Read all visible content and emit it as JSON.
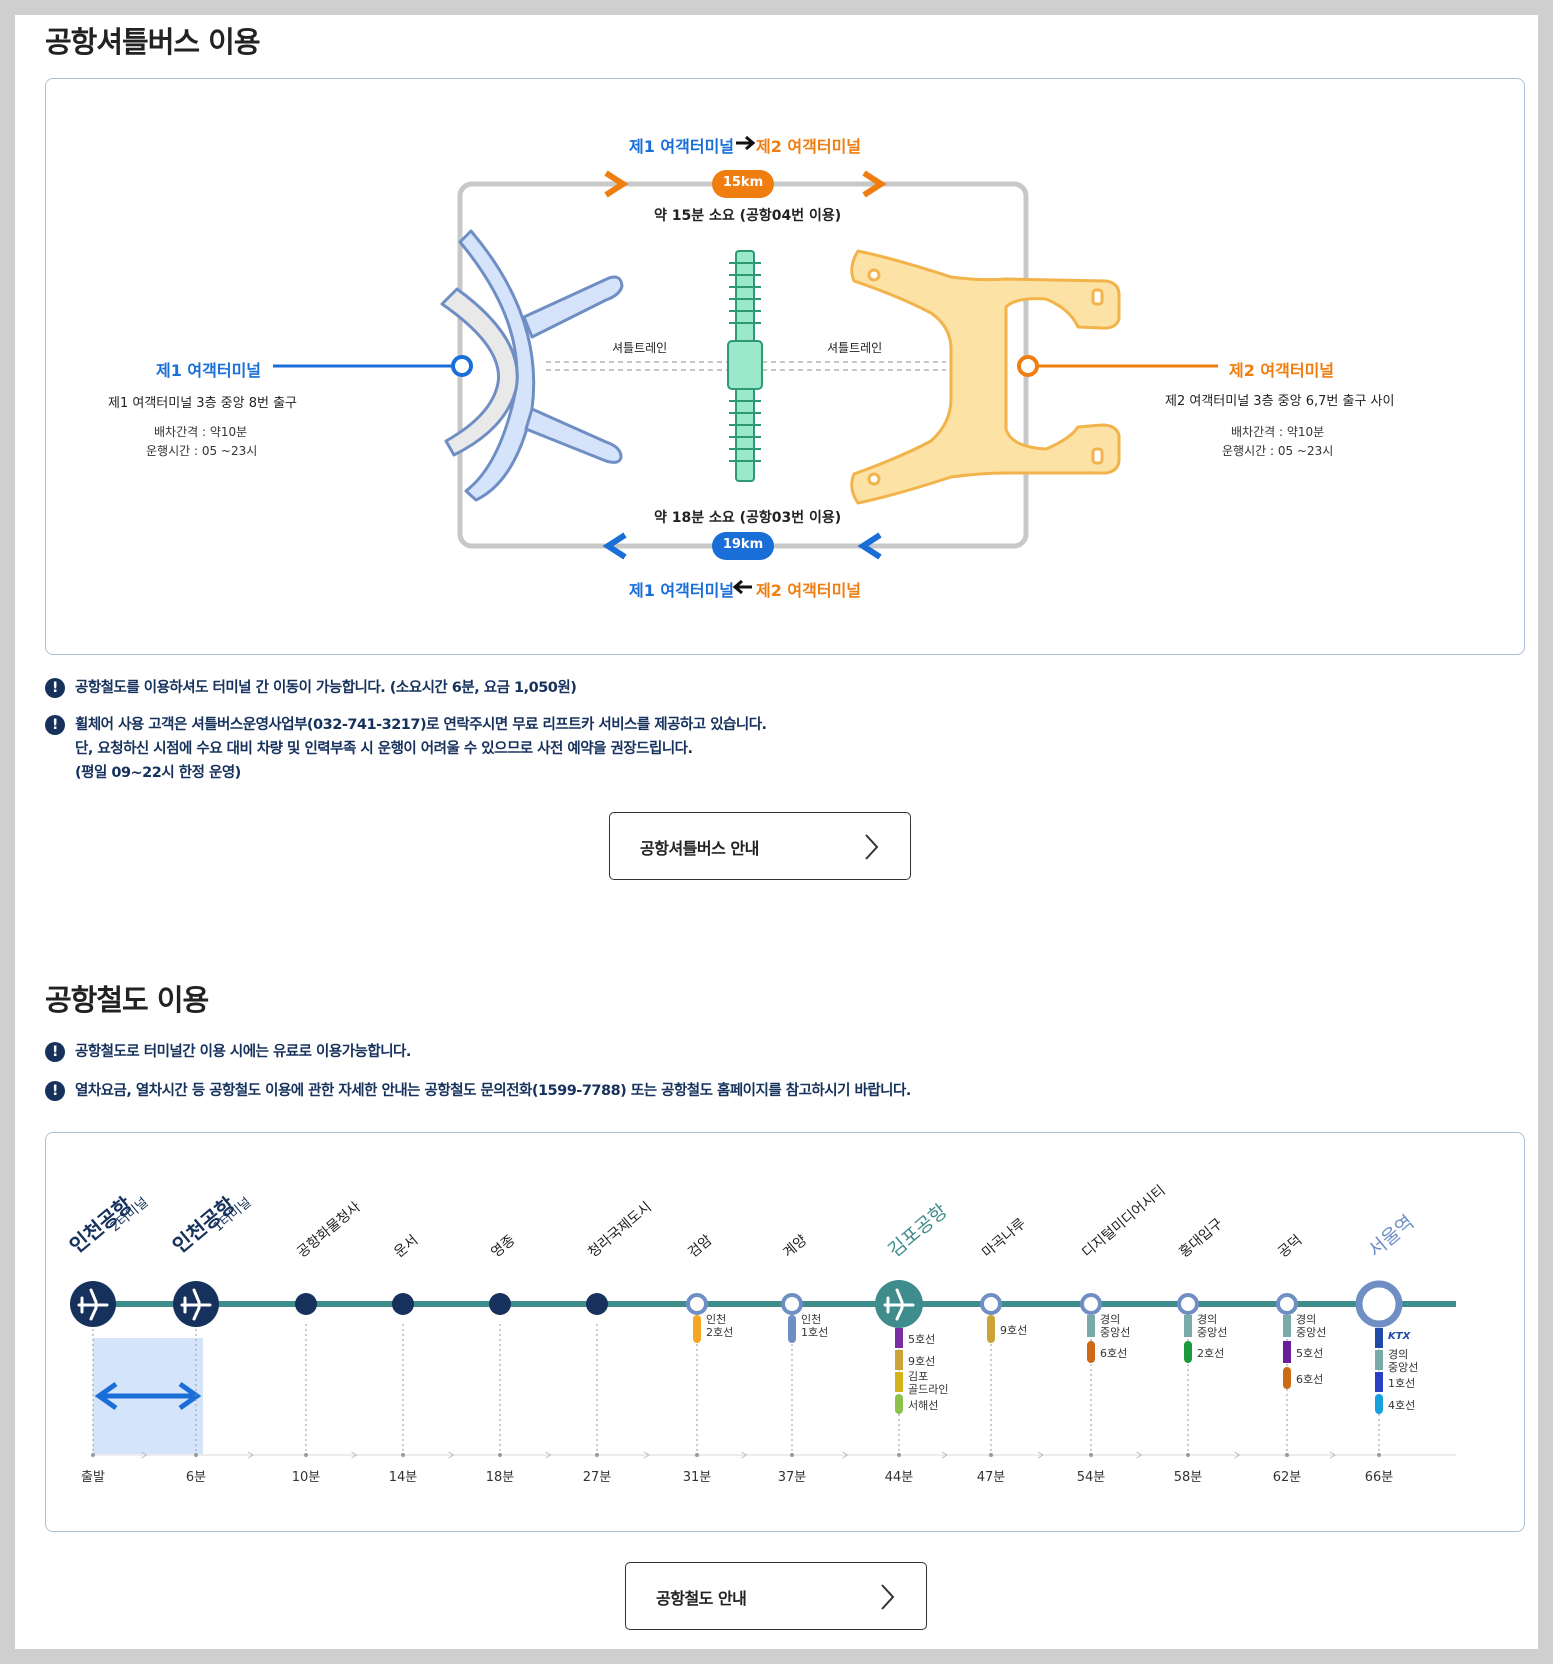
{
  "shuttle": {
    "title": "공항셔틀버스 이용",
    "route_top": {
      "from": "제1 여객터미널",
      "to": "제2 여객터미널",
      "distance": "15km",
      "time": "약 15분 소요 (공항04번 이용)"
    },
    "route_bottom": {
      "from": "제1 여객터미널",
      "to": "제2 여객터미널",
      "distance": "19km",
      "time": "약 18분 소요 (공항03번 이용)"
    },
    "shuttle_train_label": "셔틀트레인",
    "t1": {
      "name": "제1 여객터미널",
      "location": "제1 여객터미널 3층 중앙 8번 출구",
      "interval": "배차간격 : 약10분",
      "hours": "운행시간 : 05 ~23시"
    },
    "t2": {
      "name": "제2 여객터미널",
      "location": "제2 여객터미널 3층 중앙 6,7번 출구 사이",
      "interval": "배차간격 : 약10분",
      "hours": "운행시간 : 05 ~23시"
    },
    "notices": [
      [
        "공항철도를 이용하셔도 터미널 간 이동이 가능합니다. (소요시간 6분, 요금 1,050원)"
      ],
      [
        "휠체어 사용 고객은 셔틀버스운영사업부(032-741-3217)로 연락주시면 무료 리프트카 서비스를 제공하고 있습니다.",
        "단, 요청하신 시점에 수요 대비 차량 및 인력부족 시 운행이 어려울 수 있으므로 사전 예약을 권장드립니다.",
        "(평일 09~22시 한정 운영)"
      ]
    ],
    "button": "공항셔틀버스 안내"
  },
  "rail": {
    "title": "공항철도 이용",
    "notices": [
      "공항철도로 터미널간 이용 시에는 유료로 이용가능합니다.",
      "열차요금, 열차시간 등 공항철도 이용에 관한 자세한 안내는 공항철도 문의전화(1599-7788) 또는 공항철도 홈페이지를 참고하시기 바랍니다."
    ],
    "stations": [
      {
        "name": "인천공항",
        "sub": "2터미널",
        "time": "출발",
        "type": "airport",
        "lines": []
      },
      {
        "name": "인천공항",
        "sub": "1터미널",
        "time": "6분",
        "type": "airport",
        "lines": []
      },
      {
        "name": "공항화물청사",
        "sub": "",
        "time": "10분",
        "type": "dot",
        "lines": []
      },
      {
        "name": "운서",
        "sub": "",
        "time": "14분",
        "type": "dot",
        "lines": []
      },
      {
        "name": "영종",
        "sub": "",
        "time": "18분",
        "type": "dot",
        "lines": []
      },
      {
        "name": "청라국제도시",
        "sub": "",
        "time": "27분",
        "type": "dot",
        "lines": []
      },
      {
        "name": "검암",
        "sub": "",
        "time": "31분",
        "type": "transfer",
        "lines": [
          {
            "label": "인천 2호선",
            "color": "#f5a623"
          }
        ]
      },
      {
        "name": "계양",
        "sub": "",
        "time": "37분",
        "type": "transfer",
        "lines": [
          {
            "label": "인천 1호선",
            "color": "#6f8ec4"
          }
        ]
      },
      {
        "name": "김포공항",
        "sub": "",
        "time": "44분",
        "type": "gimpo",
        "lines": [
          {
            "label": "5호선",
            "color": "#7a2ea0"
          },
          {
            "label": "9호선",
            "color": "#c9a437"
          },
          {
            "label": "김포 골드라인",
            "color": "#d4b21a"
          },
          {
            "label": "서해선",
            "color": "#8bc34a"
          }
        ]
      },
      {
        "name": "마곡나루",
        "sub": "",
        "time": "47분",
        "type": "transfer",
        "lines": [
          {
            "label": "9호선",
            "color": "#c9a437"
          }
        ]
      },
      {
        "name": "디지털미디어시티",
        "sub": "",
        "time": "54분",
        "type": "transfer",
        "lines": [
          {
            "label": "경의 중앙선",
            "color": "#79a9a8"
          },
          {
            "label": "6호선",
            "color": "#cd6a16"
          }
        ]
      },
      {
        "name": "홍대입구",
        "sub": "",
        "time": "58분",
        "type": "transfer",
        "lines": [
          {
            "label": "경의 중앙선",
            "color": "#79a9a8"
          },
          {
            "label": "2호선",
            "color": "#1b9a3c"
          }
        ]
      },
      {
        "name": "공덕",
        "sub": "",
        "time": "62분",
        "type": "transfer",
        "lines": [
          {
            "label": "경의 중앙선",
            "color": "#79a9a8"
          },
          {
            "label": "5호선",
            "color": "#6a1d9a"
          },
          {
            "label": "6호선",
            "color": "#cd6a16"
          }
        ]
      },
      {
        "name": "서울역",
        "sub": "",
        "time": "66분",
        "type": "seoul",
        "lines": [
          {
            "label": "KTX",
            "color": "#1f4aa8"
          },
          {
            "label": "경의 중앙선",
            "color": "#79a9a8"
          },
          {
            "label": "1호선",
            "color": "#2b3fc4"
          },
          {
            "label": "4호선",
            "color": "#17a1dc"
          }
        ]
      }
    ],
    "button": "공항철도 안내"
  },
  "colors": {
    "t1": "#1a6ed8",
    "t2": "#f07d10",
    "navy": "#16325c",
    "line": "#3e8c8c",
    "gimpo": "#3e8c8c",
    "seoul": "#6f8ec4"
  },
  "icons": [
    "exclamation-icon",
    "chevron-right-icon",
    "airplane-icon",
    "arrow-right-icon",
    "arrow-left-icon",
    "double-arrow-icon"
  ]
}
